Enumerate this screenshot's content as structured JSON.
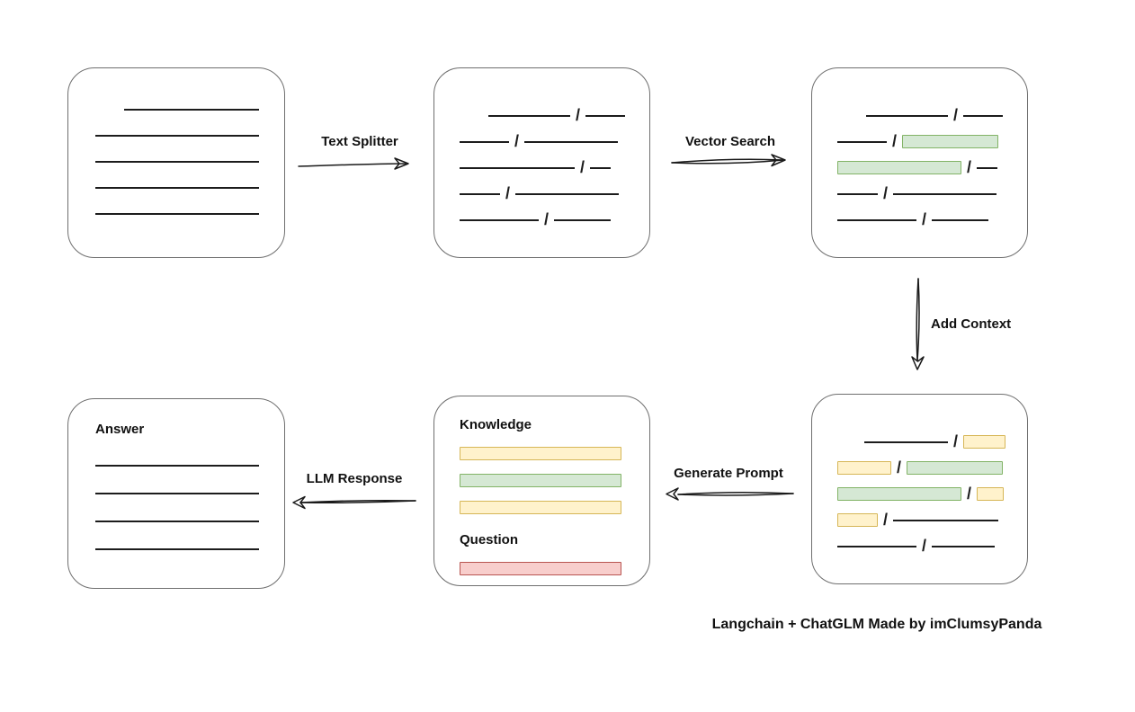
{
  "caption": {
    "text": "Langchain + ChatGLM Made by imClumsyPanda"
  },
  "colors": {
    "line": "#1c1c1c",
    "box_border": "#6f6f6f",
    "green_fill": "#d5e8d4",
    "green_border": "#82b366",
    "yellow_fill": "#fff2cc",
    "yellow_border": "#d6b656",
    "red_fill": "#f8cecc",
    "red_border": "#b85450"
  },
  "arrows": {
    "text_splitter": {
      "label": "Text Splitter"
    },
    "vector_search": {
      "label": "Vector Search"
    },
    "add_context": {
      "label": "Add Context"
    },
    "generate_prompt": {
      "label": "Generate Prompt"
    },
    "llm_response": {
      "label": "LLM Response"
    }
  },
  "boxes": {
    "source": {
      "rows": [
        {
          "segments": [
            [
              "gap",
              32
            ],
            [
              "line",
              150
            ]
          ]
        },
        {
          "segments": [
            [
              "line",
              182
            ]
          ]
        },
        {
          "segments": [
            [
              "line",
              182
            ]
          ]
        },
        {
          "segments": [
            [
              "line",
              182
            ]
          ]
        },
        {
          "segments": [
            [
              "line",
              182
            ]
          ]
        }
      ]
    },
    "split": {
      "rows": [
        {
          "segments": [
            [
              "gap",
              32
            ],
            [
              "line",
              91
            ],
            [
              "slash"
            ],
            [
              "line",
              44
            ]
          ]
        },
        {
          "segments": [
            [
              "line",
              55
            ],
            [
              "slash"
            ],
            [
              "line",
              104
            ]
          ]
        },
        {
          "segments": [
            [
              "line",
              128
            ],
            [
              "slash"
            ],
            [
              "line",
              23
            ]
          ]
        },
        {
          "segments": [
            [
              "line",
              45
            ],
            [
              "slash"
            ],
            [
              "line",
              115
            ]
          ]
        },
        {
          "segments": [
            [
              "line",
              88
            ],
            [
              "slash"
            ],
            [
              "line",
              63
            ]
          ]
        }
      ]
    },
    "matched": {
      "rows": [
        {
          "segments": [
            [
              "gap",
              32
            ],
            [
              "line",
              91
            ],
            [
              "slash"
            ],
            [
              "line",
              44
            ]
          ]
        },
        {
          "segments": [
            [
              "line",
              55
            ],
            [
              "slash"
            ],
            [
              "green",
              107
            ]
          ]
        },
        {
          "segments": [
            [
              "green",
              138
            ],
            [
              "slash"
            ],
            [
              "line",
              23
            ]
          ]
        },
        {
          "segments": [
            [
              "line",
              45
            ],
            [
              "slash"
            ],
            [
              "line",
              115
            ]
          ]
        },
        {
          "segments": [
            [
              "line",
              88
            ],
            [
              "slash"
            ],
            [
              "line",
              63
            ]
          ]
        }
      ]
    },
    "context": {
      "rows": [
        {
          "segments": [
            [
              "gap",
              30
            ],
            [
              "line",
              93
            ],
            [
              "slash"
            ],
            [
              "yellow",
              47
            ]
          ]
        },
        {
          "segments": [
            [
              "yellow",
              60
            ],
            [
              "slash"
            ],
            [
              "green",
              107
            ]
          ]
        },
        {
          "segments": [
            [
              "green",
              138
            ],
            [
              "slash"
            ],
            [
              "yellow",
              30
            ]
          ]
        },
        {
          "segments": [
            [
              "yellow",
              45
            ],
            [
              "slash"
            ],
            [
              "line",
              117
            ]
          ]
        },
        {
          "segments": [
            [
              "line",
              88
            ],
            [
              "slash"
            ],
            [
              "line",
              70
            ]
          ]
        }
      ]
    },
    "prompt": {
      "rows": [
        {
          "label": "Knowledge"
        },
        {
          "segments": [
            [
              "yellow",
              180
            ]
          ]
        },
        {
          "segments": [
            [
              "green",
              180
            ]
          ]
        },
        {
          "segments": [
            [
              "yellow",
              180
            ]
          ]
        },
        {
          "label": "Question"
        },
        {
          "segments": [
            [
              "red",
              180
            ]
          ]
        }
      ]
    },
    "answer": {
      "rows": [
        {
          "label": "Answer"
        },
        {
          "segments": [
            [
              "line",
              182
            ]
          ]
        },
        {
          "segments": [
            [
              "line",
              182
            ]
          ]
        },
        {
          "segments": [
            [
              "line",
              182
            ]
          ]
        },
        {
          "segments": [
            [
              "line",
              182
            ]
          ]
        }
      ]
    }
  }
}
